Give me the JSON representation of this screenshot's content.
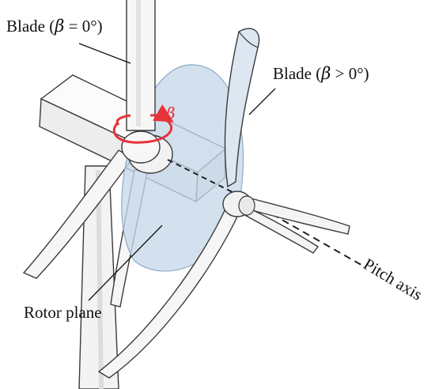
{
  "labels": {
    "blade_zero": {
      "prefix": "Blade (",
      "symbol": "β",
      "suffix": " = 0°)"
    },
    "blade_pos": {
      "prefix": "Blade (",
      "symbol": "β",
      "suffix": " > 0°)"
    },
    "rotation_symbol": "β",
    "pitch_axis": "Pitch axis",
    "rotor_plane": "Rotor plane"
  },
  "colors": {
    "rotor_plane_fill": "#c6d8ea",
    "pitch_arrow": "#e8323a",
    "outline": "#3a3a3a"
  }
}
